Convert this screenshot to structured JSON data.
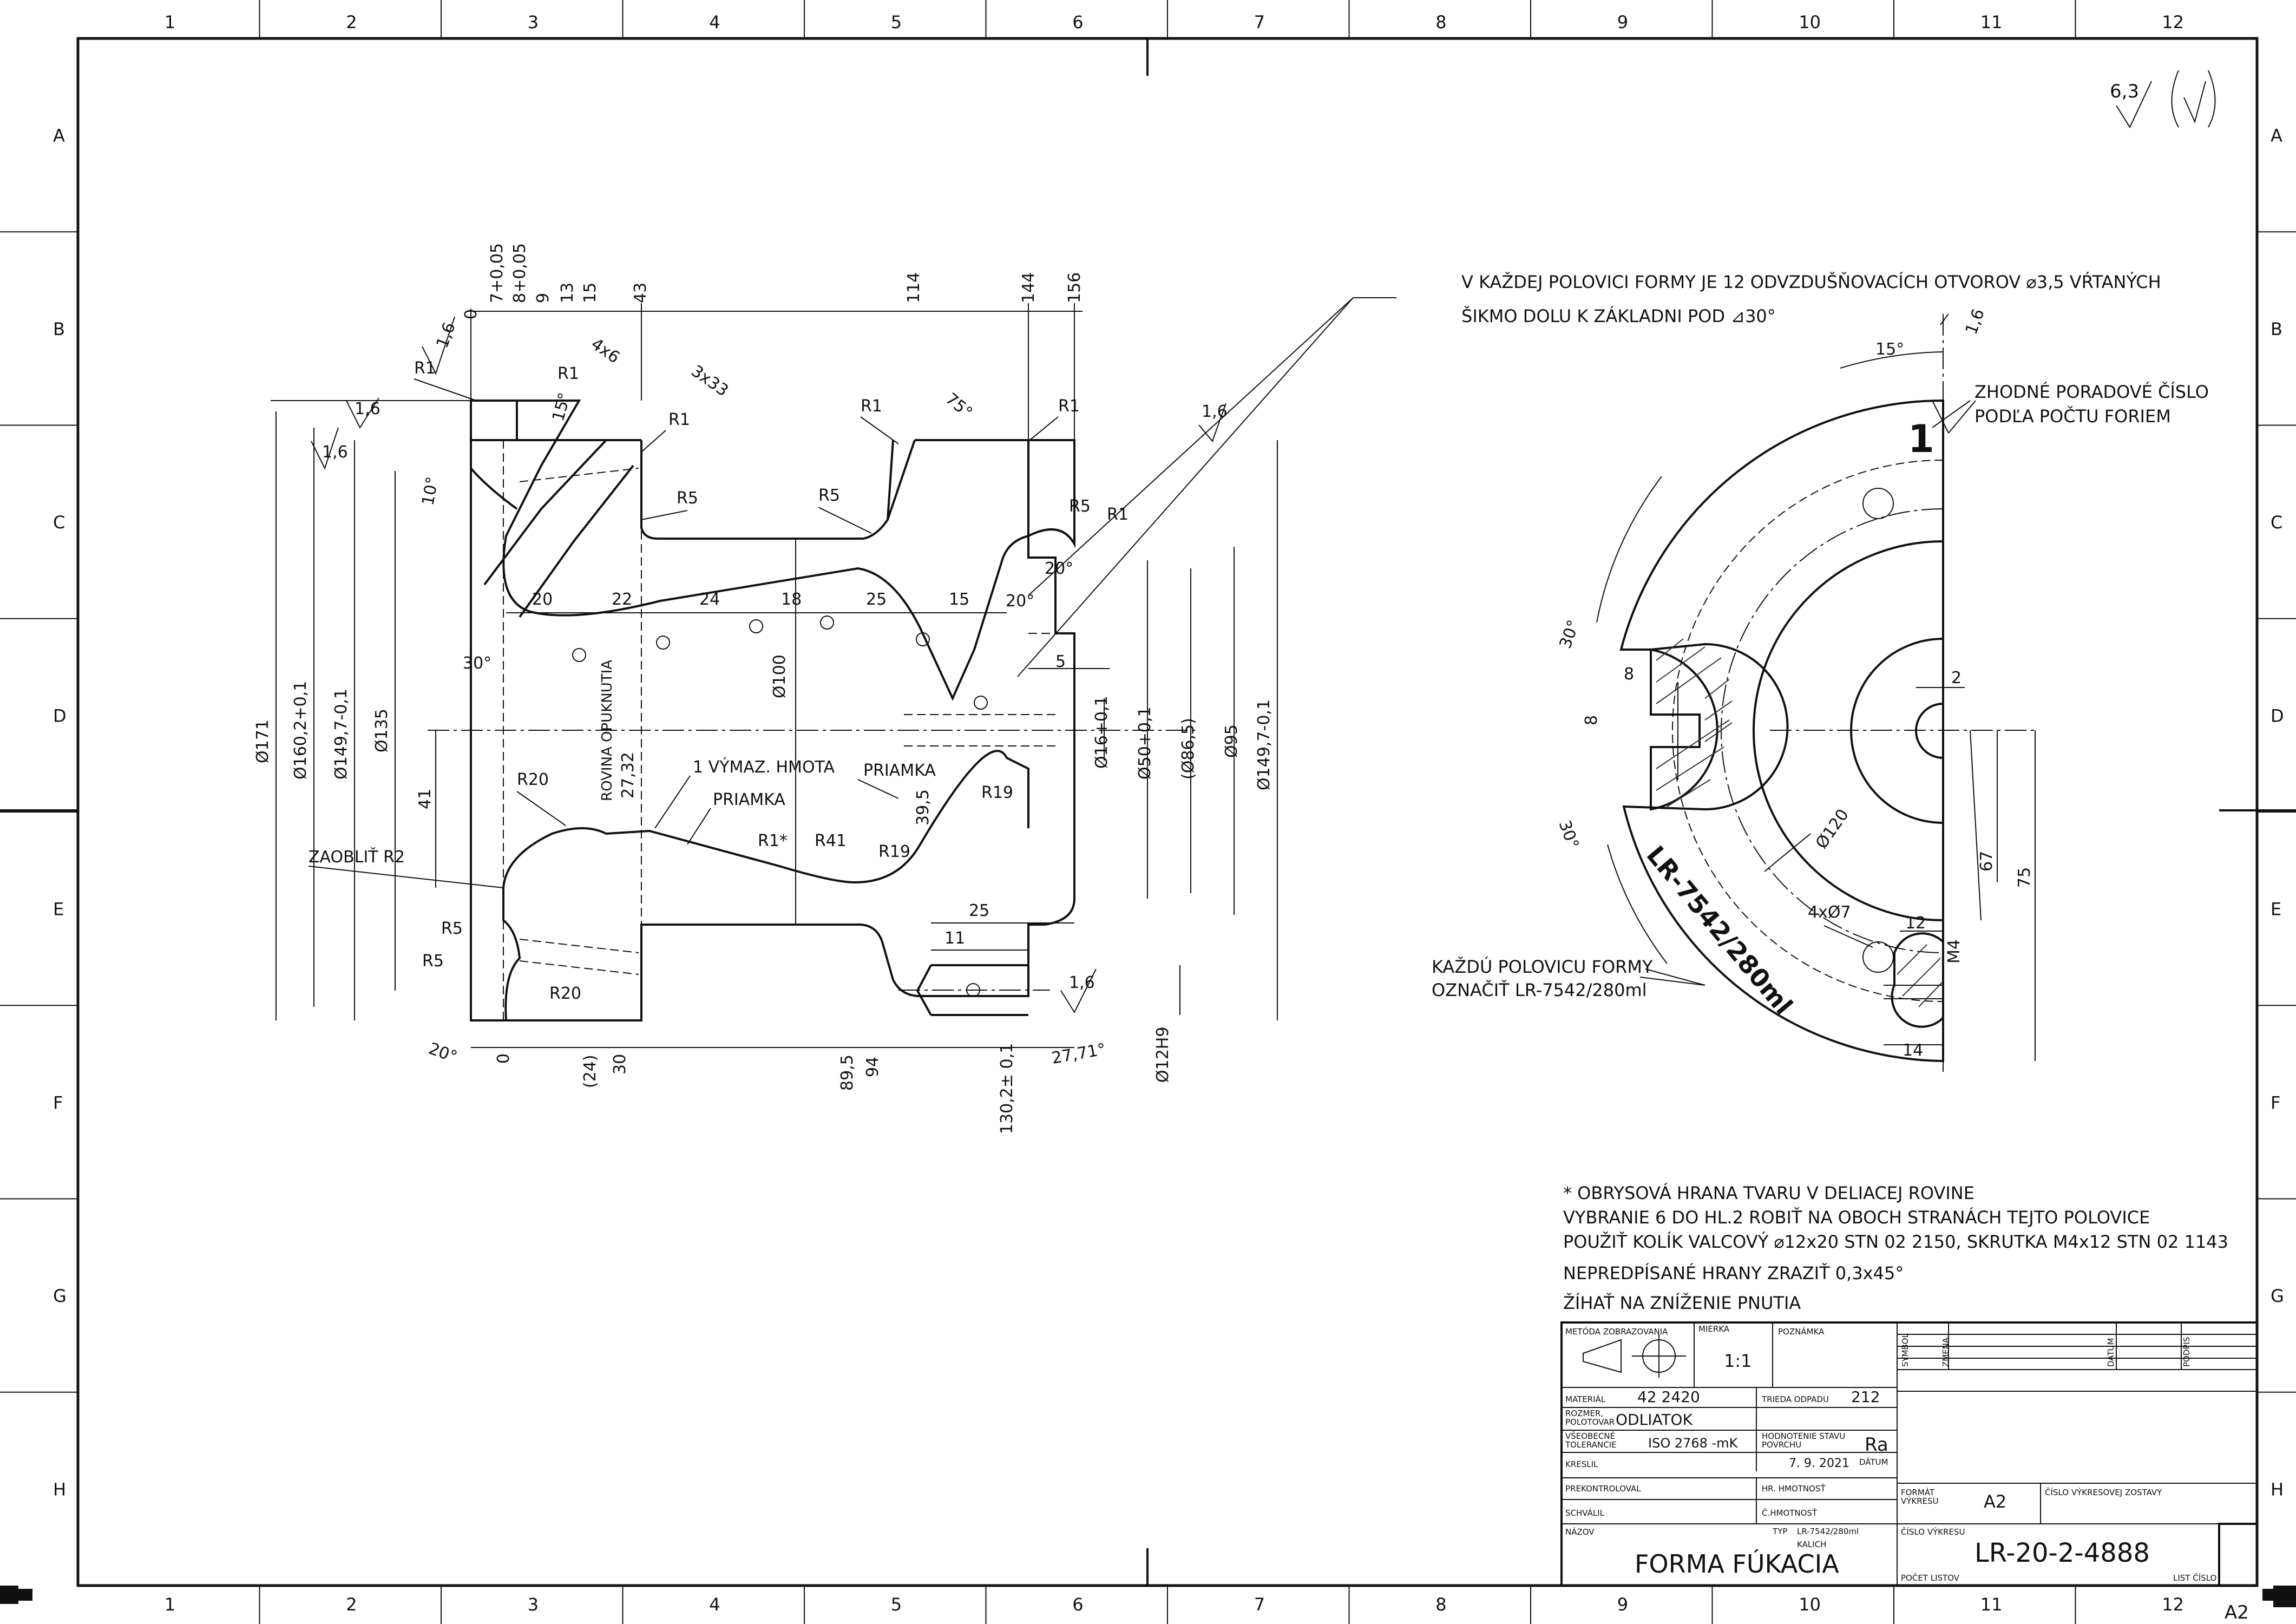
{
  "frame": {
    "columns": [
      "1",
      "2",
      "3",
      "4",
      "5",
      "6",
      "7",
      "8",
      "9",
      "10",
      "11",
      "12"
    ],
    "rows": [
      "A",
      "B",
      "C",
      "D",
      "E",
      "F",
      "G",
      "H"
    ],
    "sheet_size": "A2"
  },
  "surface_mark": "6,3",
  "section_view": {
    "dimensions_top": [
      "0",
      "7+0,05",
      "8+0,05",
      "9",
      "13",
      "15",
      "43",
      "114",
      "144",
      "156"
    ],
    "dimensions_left": [
      "Ø171",
      "Ø160,2+0,1",
      "Ø149,7-0,1",
      "Ø135",
      "41"
    ],
    "dimensions_right": [
      "Ø16+0,1",
      "Ø50+0,1",
      "(Ø86,5)",
      "Ø95",
      "Ø149,7-0,1",
      "5"
    ],
    "dimensions_bottom": [
      "0",
      "(24)",
      "30",
      "89,5",
      "94",
      "130,2± 0,1",
      "27,71°",
      "Ø12H9",
      "11",
      "25"
    ],
    "dimensions_inner": [
      "20",
      "22",
      "24",
      "18",
      "25",
      "15",
      "Ø100",
      "39,5",
      "27,32"
    ],
    "radii": [
      "R1",
      "R1",
      "R1",
      "R1",
      "R1",
      "R5",
      "R5",
      "R5",
      "R5",
      "R5",
      "R20",
      "R41",
      "R19",
      "R19",
      "R1*"
    ],
    "angles": [
      "15°",
      "10°",
      "30°",
      "75°",
      "20°",
      "20°",
      "20°"
    ],
    "chamfers": [
      "4x6",
      "3x33"
    ],
    "roughness": [
      "1,6",
      "1,6",
      "1,6",
      "1,6",
      "1,6"
    ],
    "labels": {
      "parting_plane": "ROVINA OPUKNUTIA",
      "draft": "1 VÝMAZ. HMOTA",
      "line1": "PRIAMKA",
      "line2": "PRIAMKA",
      "round": "ZAOBLIŤ R2"
    }
  },
  "plan_view": {
    "note_top": "V KAŽDEJ POLOVICI FORMY JE 12 ODVZDUŠŇOVACÍCH OTVOROV ⌀3,5 VŔTANÝCH",
    "note_top2": "ŠIKMO DOLU K ZÁKLADNI POD ⊿30°",
    "note_number_1": "ZHODNÉ PORADOVÉ ČÍSLO",
    "note_number_2": "PODĽA POČTU FORIEM",
    "note_mark_1": "KAŽDÚ POLOVICU FORMY",
    "note_mark_2": "OZNAČIŤ LR-7542/280ml",
    "engraving": "LR-7542/280ml",
    "digit": "1",
    "dims": [
      "15°",
      "1,6",
      "30°",
      "30°",
      "8",
      "8",
      "2",
      "Ø120",
      "4xØ7",
      "12",
      "M4",
      "14",
      "67",
      "75"
    ]
  },
  "notes": [
    "* OBRYSOVÁ HRANA TVARU V DELIACEJ ROVINE",
    "VYBRANIE 6 DO HL.2 ROBIŤ NA OBOCH STRANÁCH TEJTO POLOVICE",
    "POUŽIŤ KOLÍK VALCOVÝ ⌀12x20 STN 02 2150, SKRUTKA M4x12 STN 02 1143",
    "NEPREDPÍSANÉ HRANY ZRAZIŤ 0,3x45°",
    "ŽÍHAŤ NA ZNÍŽENIE PNUTIA"
  ],
  "title_block": {
    "projection_label": "METÓDA ZOBRAZOVANIA",
    "scale_label": "MIERKA",
    "scale": "1:1",
    "remark_label": "POZNÁMKA",
    "material_label": "MATERIÁL",
    "material": "42 2420",
    "waste_label": "TRIEDA ODPADU",
    "waste": "212",
    "blank_label_1": "ROZMER,",
    "blank_label_2": "POLOTOVAR",
    "blank": "ODLIATOK",
    "tol_label_1": "VŠEOBECNÉ",
    "tol_label_2": "TOLERANCIE",
    "tolerances": "ISO 2768 -mK",
    "surface_label_1": "HODNOTENIE STAVU",
    "surface_label_2": "POVRCHU",
    "surface": "Ra",
    "drawn_label": "KRESLIL",
    "date": "7. 9. 2021",
    "date_label": "DÁTUM",
    "checked_label": "PREKONTROLOVAL",
    "gross_label": "HR. HMOTNOSŤ",
    "approved_label": "SCHVÁLIL",
    "net_label": "Č.HMOTNOSŤ",
    "name_label": "NÁZOV",
    "type_label": "TYP",
    "type_value": "LR-7542/280ml",
    "type_value2": "KALICH",
    "name": "FORMA FÚKACIA",
    "symbol_label": "SYMBOL",
    "change_label": "ZMENA",
    "rev_date_label": "DÁTUM",
    "sign_label": "PODPIS",
    "format_label_1": "FORMÁT",
    "format_label_2": "VÝKRESU",
    "format": "A2",
    "assembly_label": "ČÍSLO VÝKRESOVEJ ZOSTAVY",
    "drawing_no_label": "ČÍSLO VÝKRESU",
    "drawing_no": "LR-20-2-4888",
    "sheets_label": "POČET LISTOV",
    "sheet_no_label": "LIST ČÍSLO"
  }
}
